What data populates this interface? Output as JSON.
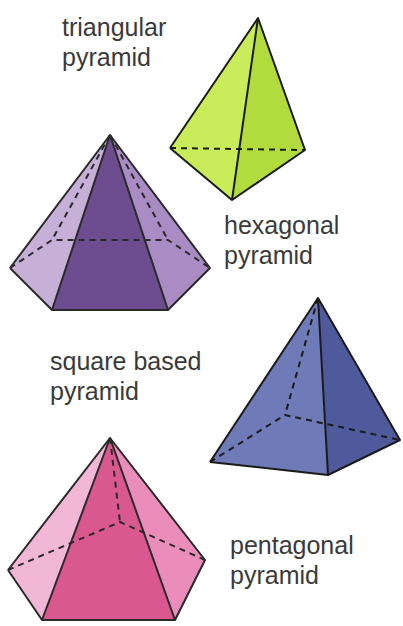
{
  "diagram": {
    "labels": [
      "triangular pyramid",
      "hexagonal pyramid",
      "square based pyramid",
      "pentagonal pyramid"
    ]
  }
}
